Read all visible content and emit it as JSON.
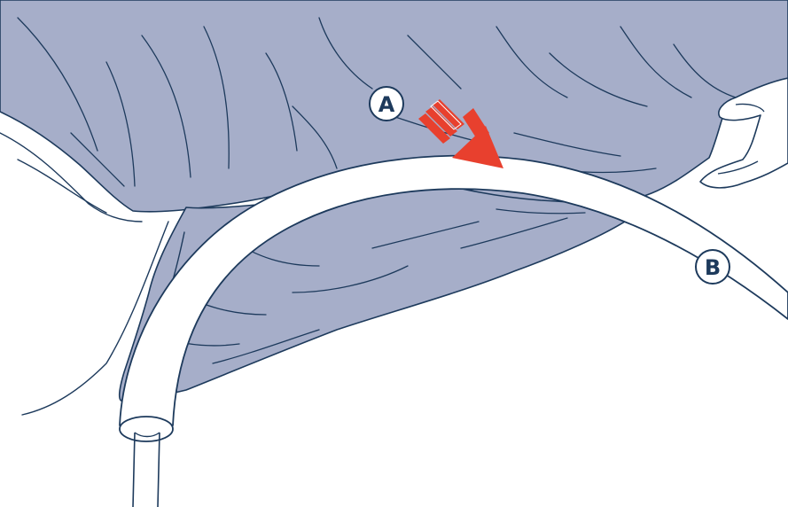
{
  "colors": {
    "fabric_fill": "#a6aec9",
    "line": "#1d3a5c",
    "tube_fill": "#ffffff",
    "arrow": "#e8402e",
    "background": "#ffffff"
  },
  "callouts": [
    {
      "id": "A",
      "label": "A"
    },
    {
      "id": "B",
      "label": "B"
    }
  ],
  "icons": {
    "direction_arrow": "push-arrow-icon"
  }
}
